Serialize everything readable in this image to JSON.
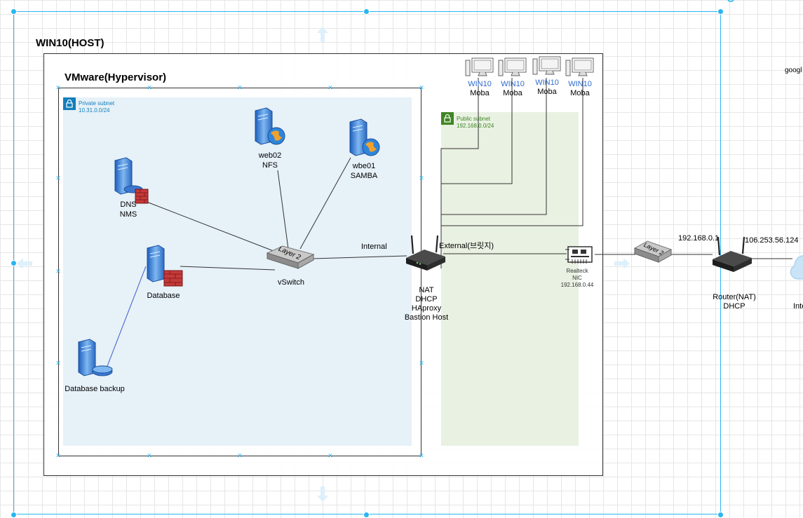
{
  "canvas": {
    "grid_color": "#e6e6e6",
    "selection_color": "#29b6f2"
  },
  "host": {
    "title": "WIN10(HOST)"
  },
  "hypervisor": {
    "title": "VMware(Hypervisor)"
  },
  "private_subnet": {
    "title": "Private subnet",
    "cidr": "10.31.0.0/24",
    "color": "#e6f1f8"
  },
  "public_subnet": {
    "title": "Public subnet",
    "cidr": "192.168.0.0/24",
    "color": "#e9f1e2"
  },
  "nodes": {
    "dns": {
      "line1": "DNS",
      "line2": "NMS",
      "icon": "server-firewall-icon"
    },
    "web02": {
      "line1": "web02",
      "line2": "NFS",
      "icon": "web-server-icon"
    },
    "wbe01": {
      "line1": "wbe01",
      "line2": "SAMBA",
      "icon": "web-server-icon"
    },
    "database": {
      "label": "Database",
      "icon": "server-firewall-icon"
    },
    "database_backup": {
      "label": "Database backup",
      "icon": "database-server-icon"
    },
    "vswitch": {
      "label": "vSwitch",
      "badge": "Layer 2",
      "icon": "switch-icon"
    },
    "nat": {
      "line1": "NAT",
      "line2": "DHCP",
      "line3": "HAproxy",
      "line4": "Bastion Host",
      "icon": "router-icon"
    },
    "realtek": {
      "line1": "Realteck",
      "line2": "NIC",
      "line3": "192.168.0.44",
      "icon": "nic-icon"
    },
    "switch2": {
      "badge": "Layer 2",
      "icon": "switch-icon"
    },
    "router": {
      "line1": "Router(NAT)",
      "line2": "DHCP",
      "icon": "router-icon"
    },
    "internet": {
      "label": "Inte",
      "icon": "cloud-icon"
    },
    "google": {
      "label": "googl"
    }
  },
  "clients": [
    {
      "name": "WIN10",
      "sub": "Moba"
    },
    {
      "name": "WIN10",
      "sub": "Moba"
    },
    {
      "name": "WIN10",
      "sub": "Moba"
    },
    {
      "name": "WIN10",
      "sub": "Moba"
    }
  ],
  "edges": {
    "internal": "Internal",
    "external": "External(브릿지)",
    "router_lan_ip": "192.168.0.1",
    "router_wan_ip": "106.253.56.124"
  }
}
